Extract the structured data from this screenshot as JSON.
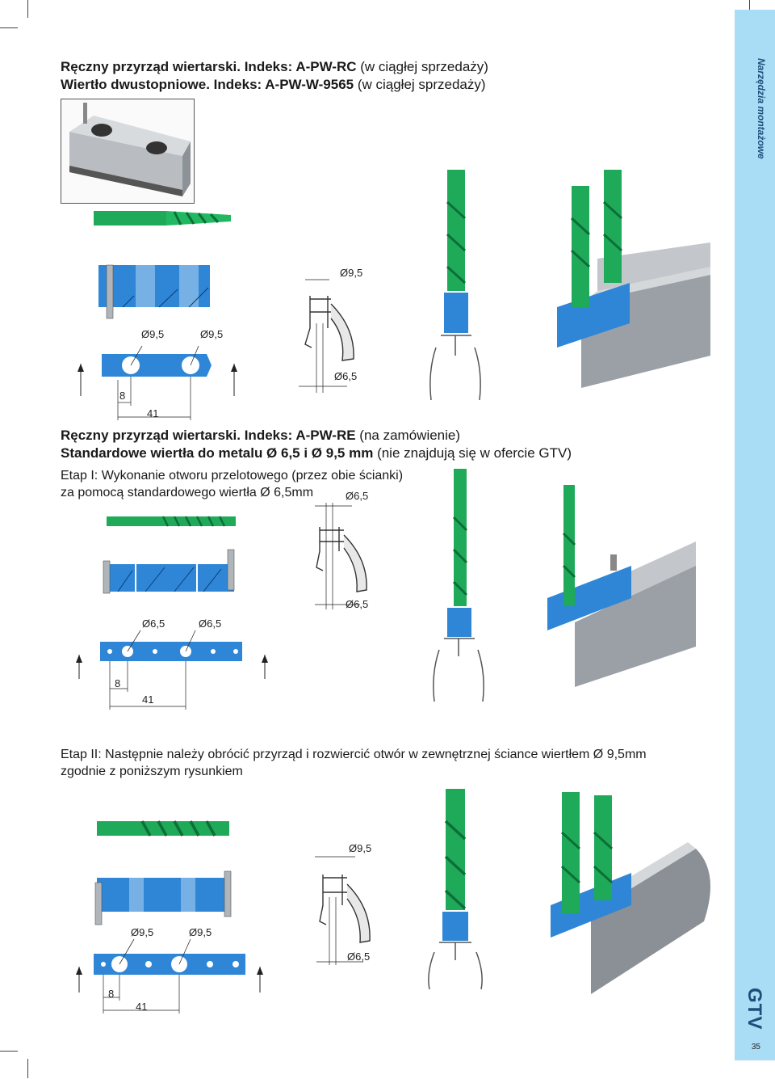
{
  "side": {
    "label": "Narzędzia montażowe",
    "logo": "GTV",
    "page_number": "35"
  },
  "section1": {
    "line1_bold": "Ręczny przyrząd wiertarski. Indeks: A-PW-RC",
    "line1_rest": " (w ciągłej sprzedaży)",
    "line2_bold": "Wiertło dwustopniowe. Indeks: A-PW-W-9565",
    "line2_rest": " (w ciągłej sprzedaży)",
    "dims": {
      "a": "Ø9,5",
      "b": "Ø9,5",
      "top": "Ø9,5",
      "bottom": "Ø6,5",
      "n8": "8",
      "n41": "41"
    }
  },
  "section2": {
    "line1_bold": "Ręczny przyrząd wiertarski. Indeks: A-PW-RE",
    "line1_rest": " (na zamówienie)",
    "line2_bold": "Standardowe wiertła do metalu Ø 6,5 i Ø 9,5 mm",
    "line2_rest": " (nie znajdują się w ofercie GTV)",
    "step1_line1": "Etap I: Wykonanie otworu przelotowego (przez obie ścianki)",
    "step1_line2": "za pomocą standardowego wiertła Ø 6,5mm",
    "dims": {
      "a": "Ø6,5",
      "b": "Ø6,5",
      "top": "Ø6,5",
      "bottom": "Ø6,5",
      "n8": "8",
      "n41": "41"
    }
  },
  "section3": {
    "step2_line1": "Etap II: Następnie należy obrócić przyrząd i rozwiercić otwór w zewnętrznej ściance wiertłem Ø 9,5mm",
    "step2_line2": "zgodnie z poniższym rysunkiem",
    "dims": {
      "a": "Ø9,5",
      "b": "Ø9,5",
      "top": "Ø9,5",
      "bottom": "Ø6,5",
      "n8": "8",
      "n41": "41"
    }
  },
  "colors": {
    "blue": "#2f86d6",
    "green": "#1faa5a",
    "sidebar": "#a9dcf5",
    "steel": "#9aa0a6"
  }
}
